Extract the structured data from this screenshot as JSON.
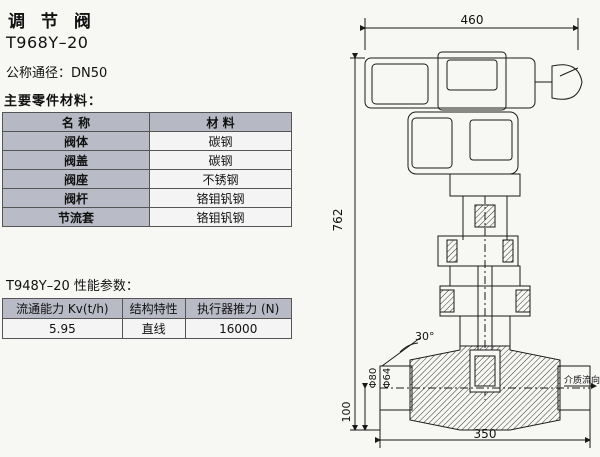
{
  "title": "调 节 阀",
  "model": "T968Y–20",
  "nominal_size": "公称通径：DN50",
  "materials_heading": "主要零件材料：",
  "materials_table": {
    "headers": [
      "名 称",
      "材 料"
    ],
    "rows": [
      {
        "part": "阀体",
        "material": "碳钢"
      },
      {
        "part": "阀盖",
        "material": "碳钢"
      },
      {
        "part": "阀座",
        "material": "不锈钢"
      },
      {
        "part": "阀杆",
        "material": "铬钼钒钢"
      },
      {
        "part": "节流套",
        "material": "铬钼钒钢"
      }
    ]
  },
  "performance_heading": "T948Y–20 性能参数：",
  "performance_table": {
    "headers": [
      "流通能力 Kv(t/h)",
      "结构特性",
      "执行器推力 (N)"
    ],
    "values": [
      "5.95",
      "直线",
      "16000"
    ]
  },
  "drawing": {
    "dim_width_top": "460",
    "dim_height": "762",
    "dim_angle": "30°",
    "dim_dia_80": "Φ80",
    "dim_dia_64": "Φ64",
    "dim_100": "100",
    "dim_350": "350",
    "flow_label": "介质流向",
    "colors": {
      "line": "#1a1a1a",
      "paper": "#f7f7f4",
      "hatch": "#333333"
    }
  }
}
